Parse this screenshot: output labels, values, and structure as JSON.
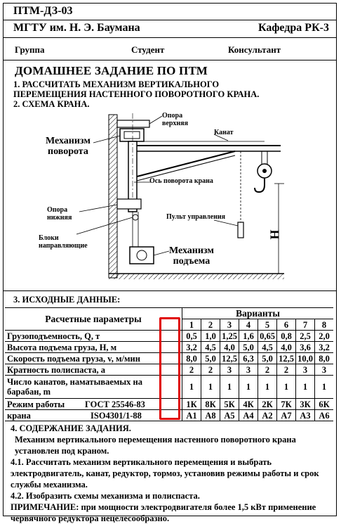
{
  "header": {
    "code": "ПТМ-ДЗ-03",
    "university": "МГТУ им. Н. Э. Баумана",
    "department": "Кафедра РК-3",
    "group_label": "Группа",
    "student_label": "Студент",
    "consultant_label": "Консультант"
  },
  "title": "ДОМАШНЕЕ ЗАДАНИЕ ПО ПТМ",
  "section1": {
    "line1": "1. РАССЧИТАТЬ МЕХАНИЗМ ВЕРТИКАЛЬНОГО",
    "line2": "ПЕРЕМЕЩЕНИЯ НАСТЕННОГО   ПОВОРОТНОГО КРАНА."
  },
  "section2": {
    "title": "2. СХЕМА КРАНА."
  },
  "diagram": {
    "support_top_1": "Опора",
    "support_top_2": "верхняя",
    "rotation_mech_1": "Механизм",
    "rotation_mech_2": "поворота",
    "rope": "Канат",
    "axis": "Ось поворота крана",
    "support_bottom_1": "Опора",
    "support_bottom_2": "нижняя",
    "control": "Пульт управления",
    "blocks_1": "Блоки",
    "blocks_2": "направляющие",
    "lift_mech_1": "Механизм",
    "lift_mech_2": "подъема",
    "height": "H"
  },
  "section3": {
    "title": "3. ИСХОДНЫЕ ДАННЫЕ:"
  },
  "table": {
    "params_header": "Расчетные параметры",
    "variants_header": "Варианты",
    "variants": [
      "1",
      "2",
      "3",
      "4",
      "5",
      "6",
      "7",
      "8"
    ],
    "rows": [
      {
        "name": "Грузоподъемность, Q, т",
        "values": [
          "0,5",
          "1,0",
          "1,25",
          "1,6",
          "0,65",
          "0,8",
          "2,5",
          "2,0"
        ]
      },
      {
        "name": "Высота подъема груза, Н, м",
        "values": [
          "3,2",
          "4,5",
          "4,0",
          "5,0",
          "4,5",
          "4,0",
          "3,6",
          "3,2"
        ]
      },
      {
        "name": "Скорость подъема груза, v, м/мин",
        "values": [
          "8,0",
          "5,0",
          "12,5",
          "6,3",
          "5,0",
          "12,5",
          "10,0",
          "8,0"
        ]
      },
      {
        "name": "Кратность полиспаста, а",
        "values": [
          "2",
          "2",
          "3",
          "3",
          "2",
          "2",
          "3",
          "3"
        ]
      }
    ],
    "drums_row": {
      "name1": "Число канатов, наматываемых на",
      "name2": "барабан, m",
      "values": [
        "1",
        "1",
        "1",
        "1",
        "1",
        "1",
        "1",
        "1"
      ]
    },
    "mode_label_1": "Режим работы",
    "mode_label_2": "крана",
    "gost": "ГОСТ 25546-83",
    "gost_values": [
      "1К",
      "8К",
      "5К",
      "4К",
      "2К",
      "7К",
      "3К",
      "6К"
    ],
    "iso": "ISO4301/1-88",
    "iso_values": [
      "А1",
      "А8",
      "А5",
      "А4",
      "А2",
      "А7",
      "А3",
      "А6"
    ]
  },
  "section4": {
    "title": "4. СОДЕРЖАНИЕ ЗАДАНИЯ.",
    "p1": "Механизм вертикального перемещения  настенного поворотного крана установлен под краном.",
    "p2": "4.1. Рассчитать механизм вертикального перемещения и выбрать электродвигатель, канат, редуктор, тормоз, установив режимы работы и срок службы механизма.",
    "p3": "4.2. Изобразить схемы механизма и полиспаста.",
    "note": "ПРИМЕЧАНИЕ:  при мощности электродвигателя более 1,5 кВт применение червячного редуктора нецелесообразно."
  },
  "colors": {
    "highlight": "#e00000"
  }
}
